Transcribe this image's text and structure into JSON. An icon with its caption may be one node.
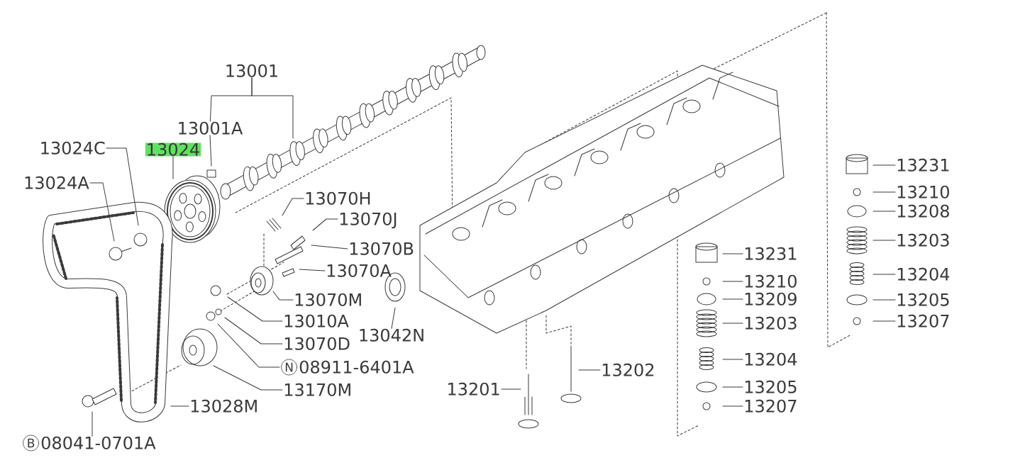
{
  "diagram": {
    "nodes": [
      {
        "text": [
          "13001"
        ]
      },
      {
        "text": [
          "13001A"
        ]
      },
      {
        "text": [
          "13024C"
        ]
      },
      {
        "text": [
          "13024"
        ]
      },
      {
        "text": [
          "13024A"
        ]
      },
      {
        "text": [
          "13070H"
        ]
      },
      {
        "text": [
          "13070J"
        ]
      },
      {
        "text": [
          "13070B"
        ]
      },
      {
        "text": [
          "13070A"
        ]
      },
      {
        "text": [
          "13070M"
        ]
      },
      {
        "text": [
          "13010A"
        ]
      },
      {
        "text": [
          "13070D"
        ]
      },
      {
        "text": [
          "N",
          "08911-6401A"
        ]
      },
      {
        "text": [
          "13170M"
        ]
      },
      {
        "text": [
          "13028M"
        ]
      },
      {
        "text": [
          "B",
          "08041-0701A"
        ]
      },
      {
        "text": [
          "13042N"
        ]
      },
      {
        "text": [
          "13201"
        ]
      },
      {
        "text": [
          "13202"
        ]
      },
      {
        "text": [
          "13231"
        ]
      },
      {
        "text": [
          "13210"
        ]
      },
      {
        "text": [
          "13209"
        ]
      },
      {
        "text": [
          "13203"
        ]
      },
      {
        "text": [
          "13204"
        ]
      },
      {
        "text": [
          "13205"
        ]
      },
      {
        "text": [
          "13207"
        ]
      },
      {
        "text": [
          "13231"
        ]
      },
      {
        "text": [
          "13210"
        ]
      },
      {
        "text": [
          "13208"
        ]
      },
      {
        "text": [
          "13203"
        ]
      },
      {
        "text": [
          "13204"
        ]
      },
      {
        "text": [
          "13205"
        ]
      },
      {
        "text": [
          "13207"
        ]
      }
    ],
    "edges": [
      {
        "from": 0,
        "to": null,
        "arrow": "none"
      },
      {
        "from": 0,
        "to": 1,
        "arrow": "none"
      },
      {
        "from": 1,
        "to": null,
        "arrow": "none"
      },
      {
        "from": 2,
        "to": null,
        "arrow": "none"
      },
      {
        "from": 3,
        "to": null,
        "arrow": "none"
      },
      {
        "from": 4,
        "to": null,
        "arrow": "none"
      },
      {
        "from": 5,
        "to": null,
        "arrow": "none"
      },
      {
        "from": 6,
        "to": null,
        "arrow": "none"
      },
      {
        "from": 7,
        "to": null,
        "arrow": "none"
      },
      {
        "from": 8,
        "to": null,
        "arrow": "none"
      },
      {
        "from": 9,
        "to": null,
        "arrow": "none"
      },
      {
        "from": 10,
        "to": null,
        "arrow": "none"
      },
      {
        "from": 11,
        "to": null,
        "arrow": "none"
      },
      {
        "from": 12,
        "to": null,
        "arrow": "none"
      },
      {
        "from": 13,
        "to": null,
        "arrow": "none"
      },
      {
        "from": 14,
        "to": null,
        "arrow": "none"
      },
      {
        "from": 15,
        "to": null,
        "arrow": "none"
      },
      {
        "from": 16,
        "to": null,
        "arrow": "none"
      },
      {
        "from": 17,
        "to": null,
        "arrow": "none"
      },
      {
        "from": 18,
        "to": null,
        "arrow": "none"
      },
      {
        "from": 19,
        "to": null,
        "arrow": "none"
      },
      {
        "from": 20,
        "to": null,
        "arrow": "none"
      },
      {
        "from": 21,
        "to": null,
        "arrow": "none"
      },
      {
        "from": 22,
        "to": null,
        "arrow": "none"
      },
      {
        "from": 23,
        "to": null,
        "arrow": "none"
      },
      {
        "from": 24,
        "to": null,
        "arrow": "none"
      },
      {
        "from": 25,
        "to": null,
        "arrow": "none"
      },
      {
        "from": 26,
        "to": null,
        "arrow": "none"
      },
      {
        "from": 27,
        "to": null,
        "arrow": "none"
      },
      {
        "from": 28,
        "to": null,
        "arrow": "none"
      },
      {
        "from": 29,
        "to": null,
        "arrow": "none"
      },
      {
        "from": 30,
        "to": null,
        "arrow": "none"
      },
      {
        "from": 31,
        "to": null,
        "arrow": "none"
      },
      {
        "from": 32,
        "to": null,
        "arrow": "none"
      }
    ]
  }
}
